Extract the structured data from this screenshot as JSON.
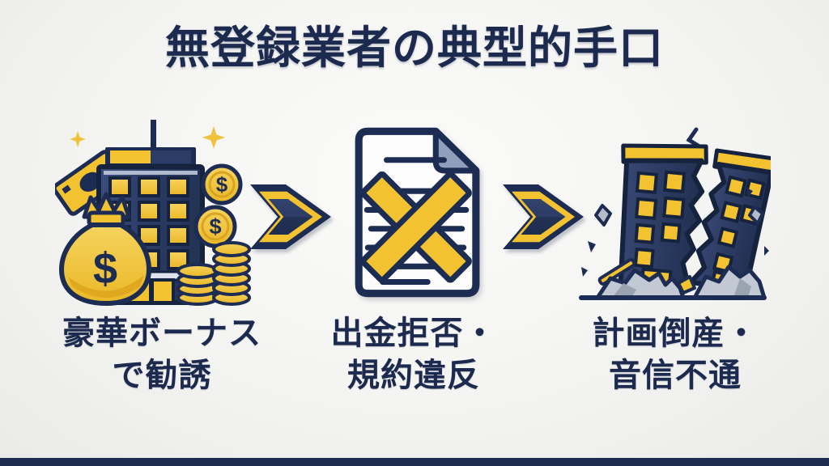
{
  "title": "無登録業者の典型的手口",
  "steps": [
    {
      "id": "lure",
      "icon": "building-with-money-icon",
      "caption_line1": "豪華ボーナス",
      "caption_line2": "で勧誘"
    },
    {
      "id": "refuse",
      "icon": "rejected-document-icon",
      "caption_line1": "出金拒否・",
      "caption_line2": "規約違反"
    },
    {
      "id": "vanish",
      "icon": "collapsing-building-icon",
      "caption_line1": "計画倒産・",
      "caption_line2": "音信不通"
    }
  ],
  "arrow": {
    "direction": "right"
  },
  "money_symbol": "$",
  "colors": {
    "navy_text": "#1b2a4e",
    "navy_outline": "#16233f",
    "building_navy": "#2e3f68",
    "yellow": "#f2c230",
    "yellow_dark": "#d9a521",
    "fold_blue_gray": "#90a0bc",
    "rubble_gray": "#c2c9d4",
    "background": "#f2f2f0",
    "footer_bar": "#1e2c50"
  }
}
